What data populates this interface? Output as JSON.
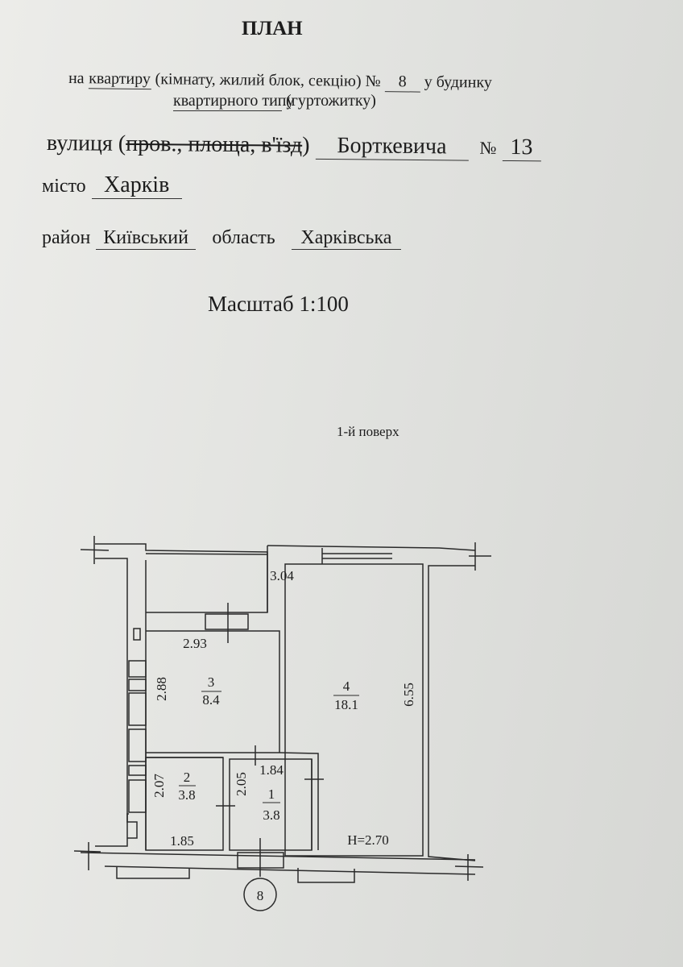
{
  "header": {
    "title": "ПЛАН",
    "line1_prefix": "на",
    "line1_type": "квартиру",
    "line1_rest": "(кімнату, жилий блок, секцію) №",
    "apartment_number": "8",
    "line1_suffix": "у будинку",
    "building_type": "квартирного типу",
    "building_type_alt": "(гуртожитку)",
    "street_label": "вулиця (",
    "street_struck": "пров., площа, в'їзд",
    "street_close": ")",
    "street_value": "Борткевича",
    "number_label": "№",
    "house_number": "13",
    "city_label": "місто",
    "city_value": "Харків",
    "district_label": "район",
    "district_value": "Київський",
    "region_label": "область",
    "region_value": "Харківська",
    "scale": "Масштаб 1:100",
    "floor": "1-й поверх"
  },
  "plan": {
    "rooms": [
      {
        "number": "1",
        "area": "3.8"
      },
      {
        "number": "2",
        "area": "3.8"
      },
      {
        "number": "3",
        "area": "8.4"
      },
      {
        "number": "4",
        "area": "18.1"
      }
    ],
    "dimensions": {
      "room4_width": "3.04",
      "room4_length": "6.55",
      "room3_width": "2.93",
      "room3_length": "2.88",
      "room1_width": "1.84",
      "room1_length": "2.05",
      "room2_width": "1.85",
      "room2_length": "2.07"
    },
    "height": "H=2.70",
    "apartment_marker": "8"
  }
}
